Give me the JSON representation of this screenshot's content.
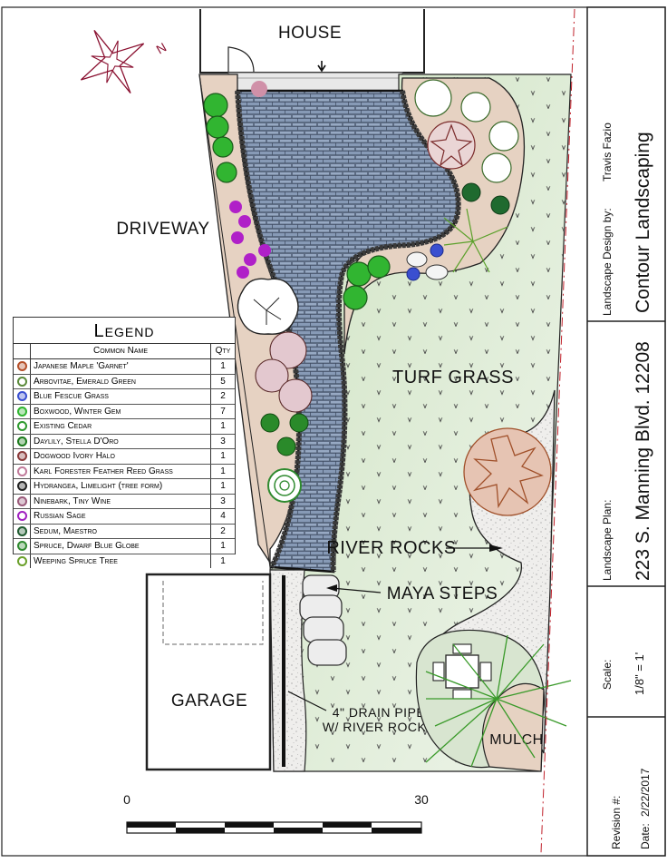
{
  "labels": {
    "house": "HOUSE",
    "driveway": "DRIVEWAY",
    "turf": "TURF GRASS",
    "river_rocks": "RIVER ROCKS",
    "maya_steps": "MAYA STEPS",
    "garage": "GARAGE",
    "drain_line1": "4\" DRAIN PIPE",
    "drain_line2": "W/ RIVER ROCKS",
    "mulch": "MULCH"
  },
  "scale_bar": {
    "start": "0",
    "end": "30"
  },
  "legend": {
    "title": "Legend",
    "col_name": "Common Name",
    "col_qty": "Qty",
    "items": [
      {
        "name": "Japanese Maple 'Garnet'",
        "qty": "1",
        "icon": "maple-icon",
        "color": "#b5502a"
      },
      {
        "name": "Arbovitae, Emerald Green",
        "qty": "5",
        "icon": "arborvitae-icon",
        "color": "#5a8a3a"
      },
      {
        "name": "Blue Fescue Grass",
        "qty": "2",
        "icon": "fescue-icon",
        "color": "#3a4fd0"
      },
      {
        "name": "Boxwood, Winter Gem",
        "qty": "7",
        "icon": "boxwood-icon",
        "color": "#2fb52f"
      },
      {
        "name": "Existing Cedar",
        "qty": "1",
        "icon": "cedar-icon",
        "color": "#2f9a2f"
      },
      {
        "name": "Daylily, Stella D'Oro",
        "qty": "3",
        "icon": "daylily-icon",
        "color": "#1c7a1c"
      },
      {
        "name": "Dogwood Ivory Halo",
        "qty": "1",
        "icon": "dogwood-icon",
        "color": "#8a3a3a"
      },
      {
        "name": "Karl Forester Feather Reed Grass",
        "qty": "1",
        "icon": "reed-grass-icon",
        "color": "#c07a9a"
      },
      {
        "name": "Hydrangea, Limelight (tree form)",
        "qty": "1",
        "icon": "hydrangea-icon",
        "color": "#222222"
      },
      {
        "name": "Ninebark, Tiny Wine",
        "qty": "3",
        "icon": "ninebark-icon",
        "color": "#9a5a7a"
      },
      {
        "name": "Russian Sage",
        "qty": "4",
        "icon": "sage-icon",
        "color": "#a020c0"
      },
      {
        "name": "Sedum, Maestro",
        "qty": "2",
        "icon": "sedum-icon",
        "color": "#1f5a2f"
      },
      {
        "name": "Spruce, Dwarf Blue Globe",
        "qty": "1",
        "icon": "spruce-icon",
        "color": "#2f8a2f"
      },
      {
        "name": "Weeping Spruce Tree",
        "qty": "1",
        "icon": "weeping-spruce-icon",
        "color": "#6aa02a"
      }
    ]
  },
  "title_block": {
    "designer_label": "Landscape Design by:",
    "designer_name": "Travis Fazio",
    "company": "Contour Landscaping",
    "plan_label": "Landscape Plan:",
    "address": "223 S. Manning Blvd. 12208",
    "scale_label": "Scale:",
    "scale_value": "1/8\" = 1'",
    "revision_label": "Revision #:",
    "date_label": "Date:",
    "date_value": "2/22/2017"
  },
  "compass": {
    "north_letter": "N"
  },
  "colors": {
    "grass": "#d7e8cc",
    "mulch": "#e6d2c2",
    "paver": "#8b9db8",
    "gravel": "#f0efec",
    "maple": "#b5502a"
  }
}
